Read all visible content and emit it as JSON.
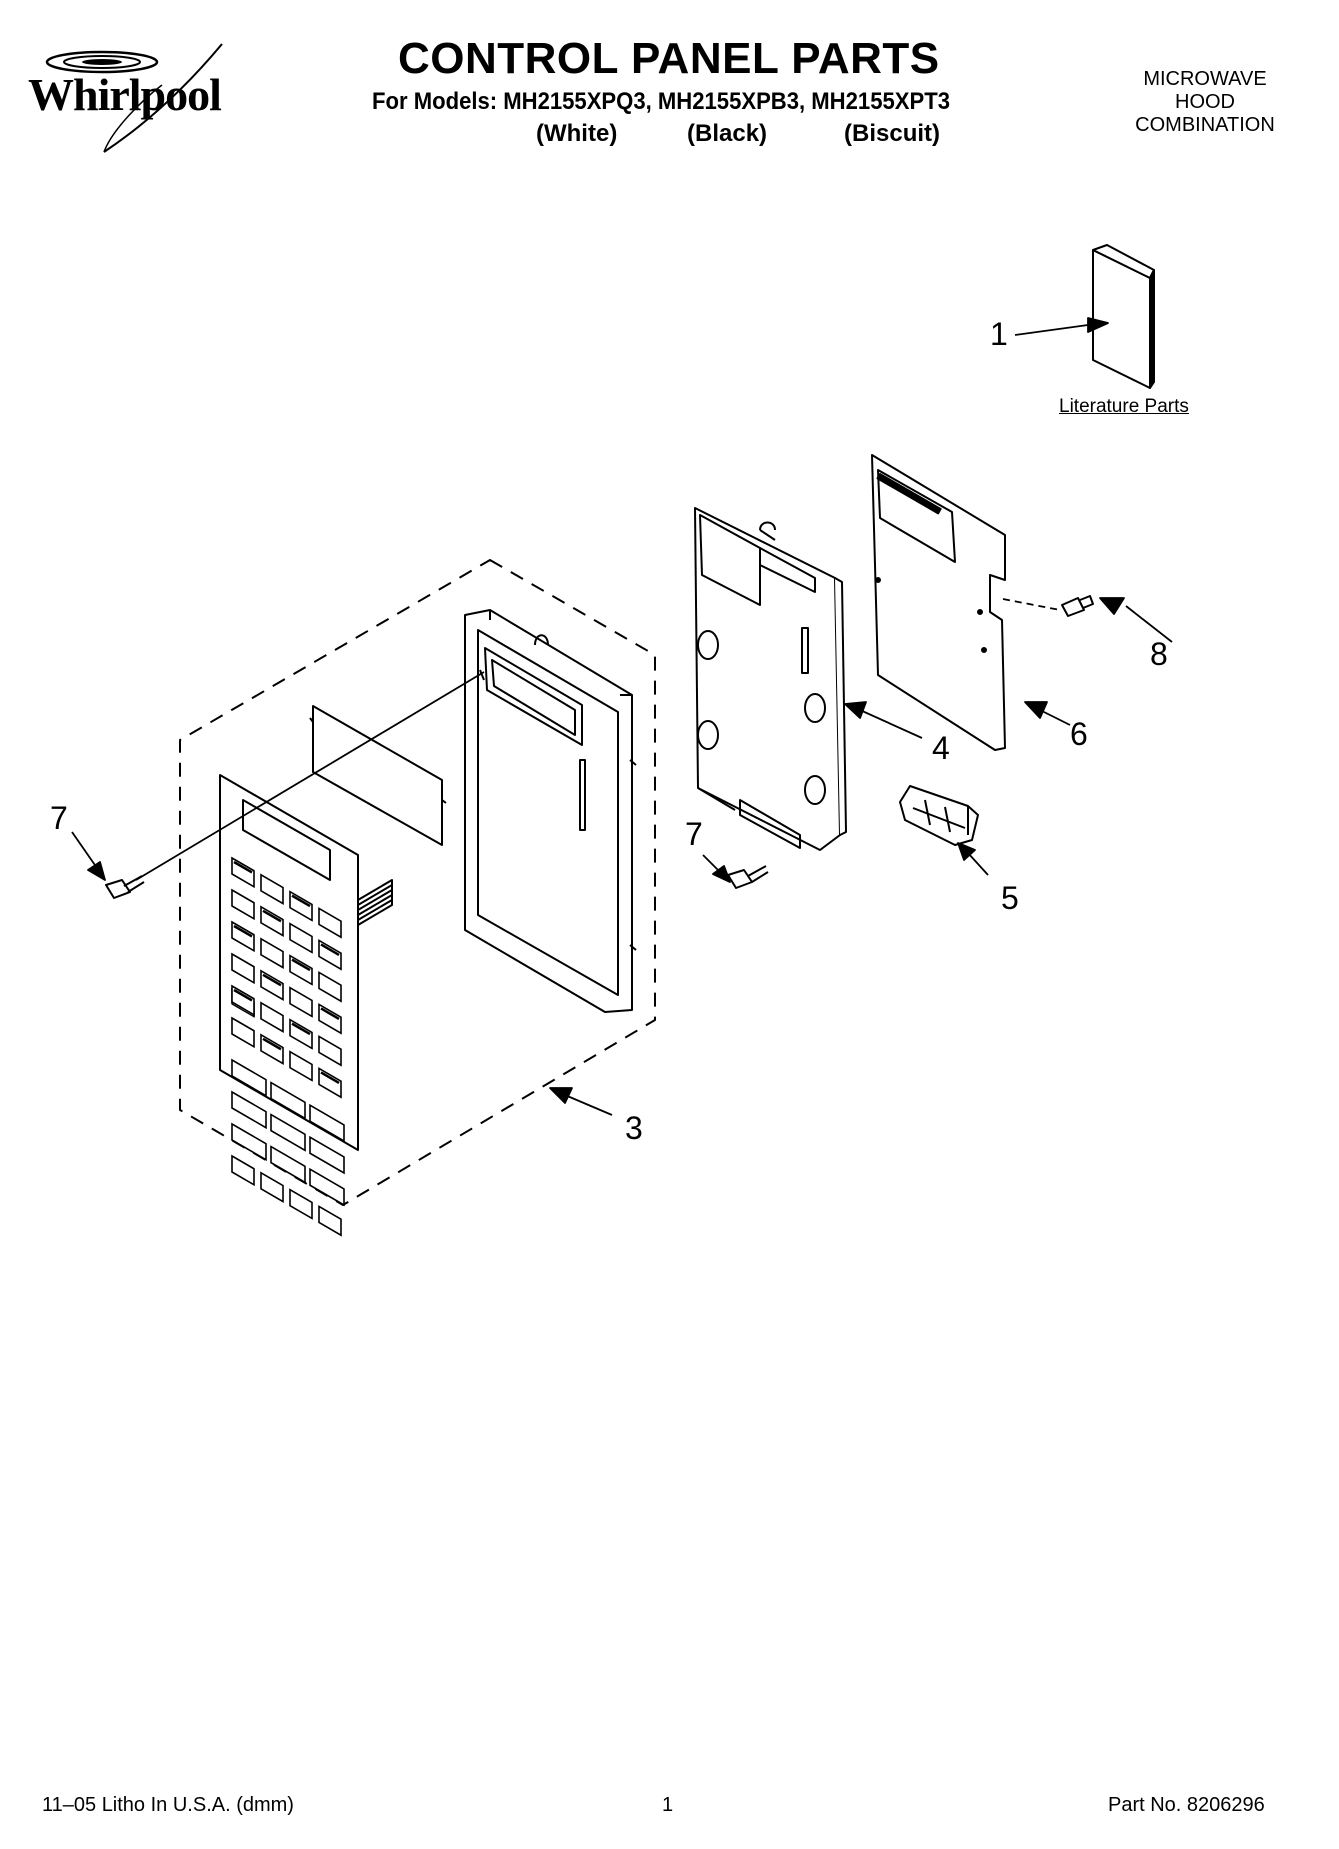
{
  "brand": {
    "logo_text": "Whirlpool"
  },
  "header": {
    "title": "CONTROL PANEL PARTS",
    "models_line": "For Models: MH2155XPQ3, MH2155XPB3, MH2155XPT3",
    "colors": [
      "(White)",
      "(Black)",
      "(Biscuit)"
    ],
    "appliance_type": [
      "MICROWAVE",
      "HOOD",
      "COMBINATION"
    ]
  },
  "diagram": {
    "literature_label": "Literature Parts",
    "callouts": [
      "1",
      "3",
      "4",
      "5",
      "6",
      "7",
      "7",
      "8"
    ]
  },
  "footer": {
    "litho": "11–05 Litho In U.S.A. (dmm)",
    "page_number": "1",
    "part_number": "Part No. 8206296"
  }
}
